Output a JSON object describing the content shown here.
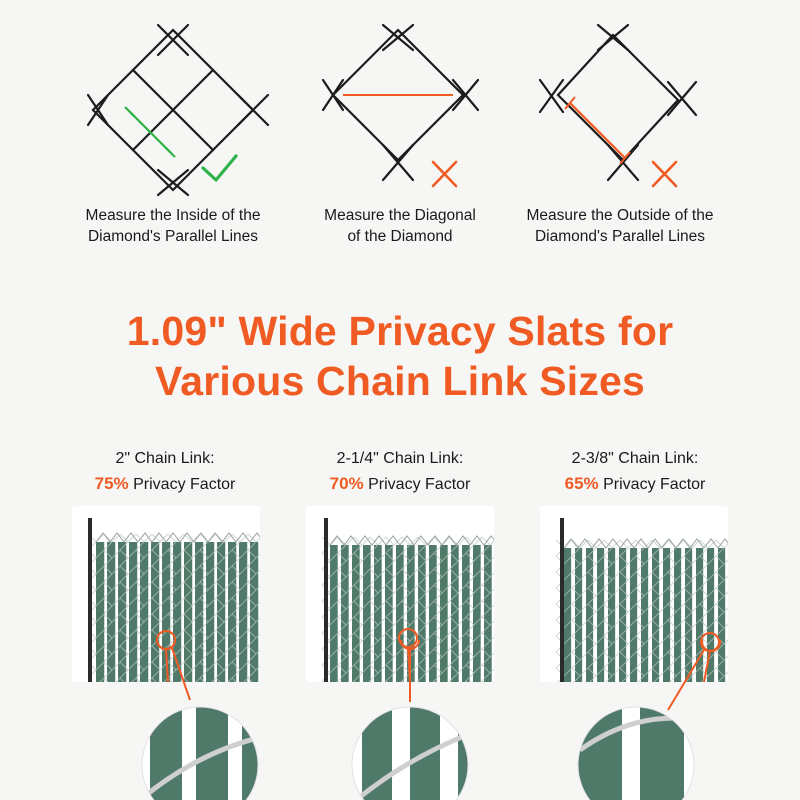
{
  "measurement_guides": [
    {
      "line1": "Measure the Inside of the",
      "line2": "Diamond's Parallel Lines",
      "mark_icon": "check-icon",
      "mark_color": "#2db34a"
    },
    {
      "line1": "Measure the Diagonal",
      "line2": "of the Diamond",
      "mark_icon": "x-icon",
      "mark_color": "#f05a23"
    },
    {
      "line1": "Measure the Outside of the",
      "line2": "Diamond's Parallel Lines",
      "mark_icon": "x-icon",
      "mark_color": "#f05a23"
    }
  ],
  "headline": {
    "line1": "1.09\" Wide Privacy Slats for",
    "line2": "Various Chain Link Sizes"
  },
  "chain_link_sizes": [
    {
      "size_label": "2\" Chain Link:",
      "percent": "75%",
      "suffix": " Privacy Factor",
      "privacy_fraction": 0.75
    },
    {
      "size_label": "2-1/4\" Chain Link:",
      "percent": "70%",
      "suffix": " Privacy Factor",
      "privacy_fraction": 0.7
    },
    {
      "size_label": "2-3/8\" Chain Link:",
      "percent": "65%",
      "suffix": " Privacy Factor",
      "privacy_fraction": 0.65
    }
  ],
  "colors": {
    "accent": "#f05a23",
    "check_green": "#2db34a",
    "slat_green": "#4f7a6a",
    "wire": "#1c1c1c",
    "background": "#f6f6f4"
  }
}
